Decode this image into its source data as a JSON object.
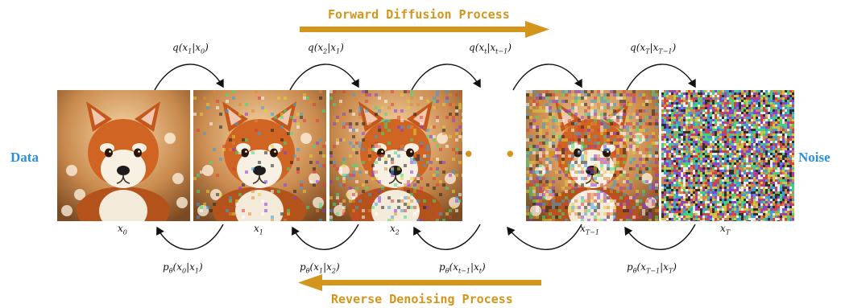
{
  "title_forward": "Forward Diffusion Process",
  "title_reverse": "Reverse Denoising Process",
  "label_left": "Data",
  "label_right": "Noise",
  "colors": {
    "accent": "#d4951c",
    "label_blue": "#2b8fe0",
    "arrow": "#111111"
  },
  "frames": [
    {
      "label": "x",
      "sub": "0",
      "noise": 0.0
    },
    {
      "label": "x",
      "sub": "1",
      "noise": 0.12
    },
    {
      "label": "x",
      "sub": "2",
      "noise": 0.3
    },
    {
      "label": "x",
      "sub": "T−1",
      "noise": 0.72
    },
    {
      "label": "x",
      "sub": "T",
      "noise": 1.0
    }
  ],
  "forward_transitions": [
    {
      "fn": "q",
      "sub_out": "1",
      "sub_in": "0"
    },
    {
      "fn": "q",
      "sub_out": "2",
      "sub_in": "1"
    },
    {
      "fn": "q",
      "sub_out": "t",
      "sub_in": "t−1"
    },
    {
      "fn": "q",
      "sub_out": "T",
      "sub_in": "T−1"
    }
  ],
  "reverse_transitions": [
    {
      "fn": "p",
      "param": "θ",
      "sub_out": "0",
      "sub_in": "1"
    },
    {
      "fn": "p",
      "param": "θ",
      "sub_out": "1",
      "sub_in": "2"
    },
    {
      "fn": "p",
      "param": "θ",
      "sub_out": "t−1",
      "sub_in": "t"
    },
    {
      "fn": "p",
      "param": "θ",
      "sub_out": "T−1",
      "sub_in": "T"
    }
  ],
  "ellipsis": "• • •"
}
